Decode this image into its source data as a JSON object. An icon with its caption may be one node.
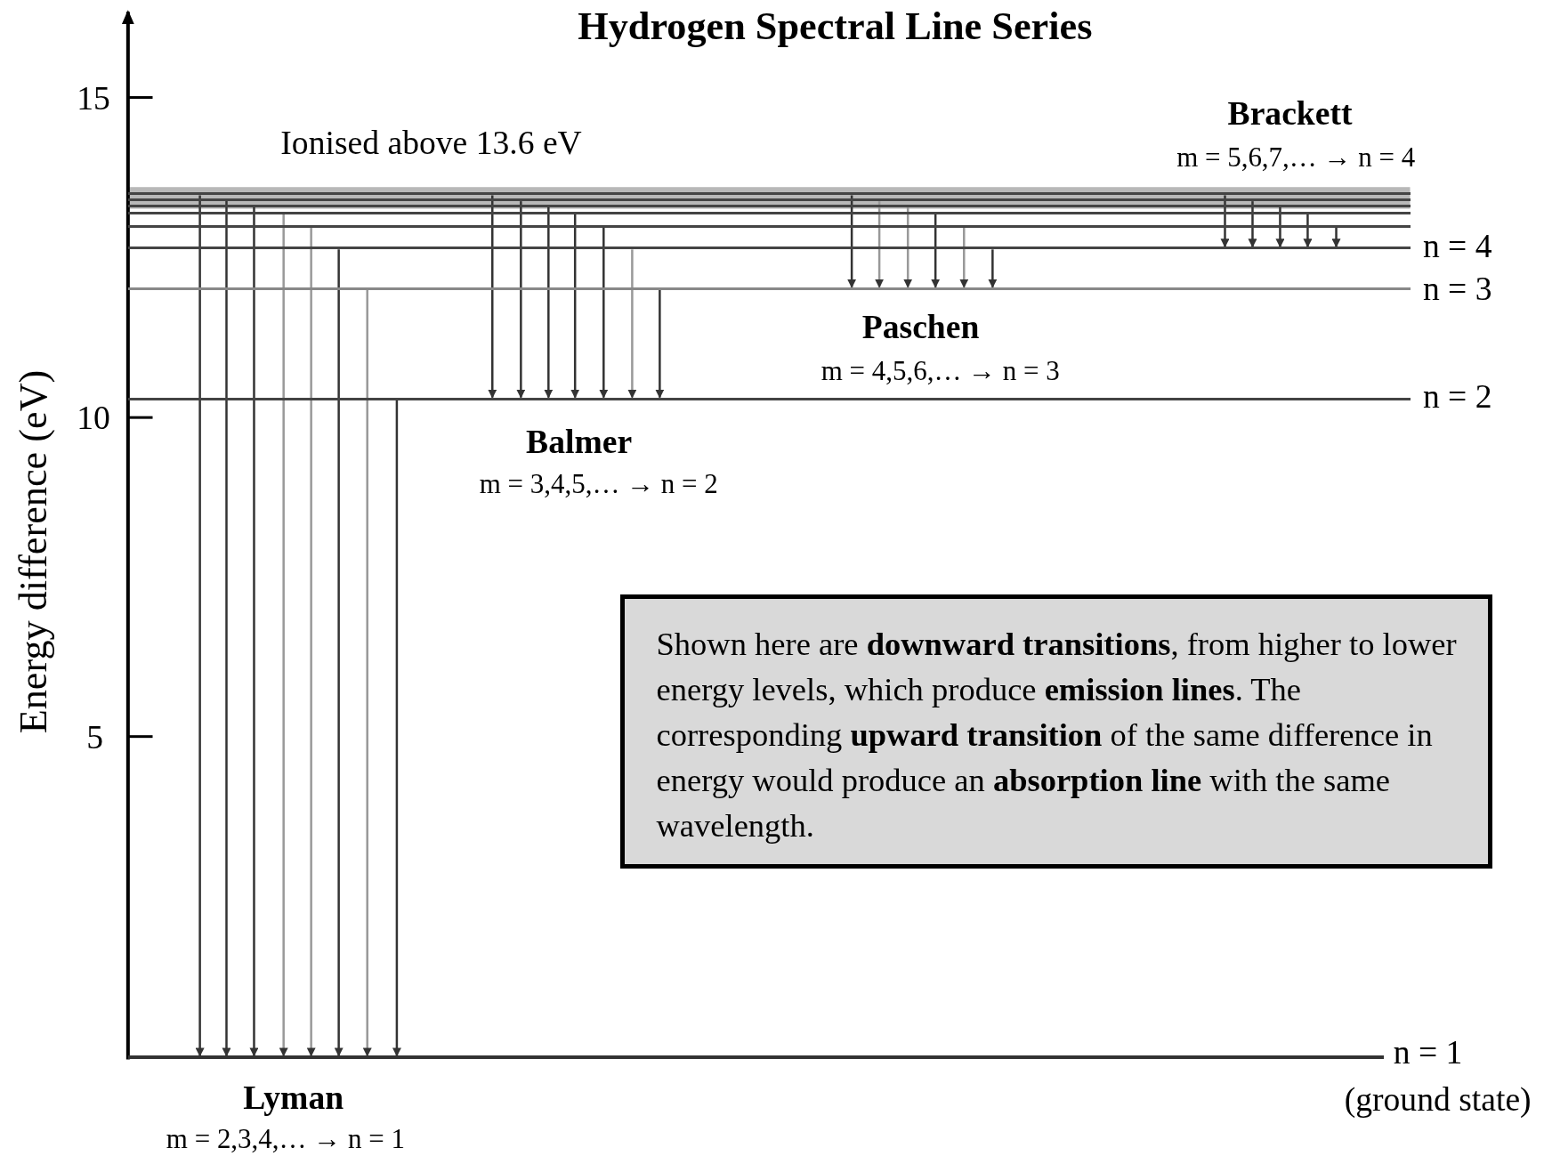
{
  "diagram": {
    "title": "Hydrogen Spectral Line Series",
    "nodes": [
      {
        "text": [],
        "shape": "bar"
      },
      {
        "text": [],
        "shape": "bar"
      },
      {
        "text": [],
        "shape": "bar"
      },
      {
        "text": [],
        "shape": "bar"
      },
      {
        "text": [],
        "shape": "bar"
      },
      {
        "text": [],
        "shape": "bar",
        "beside": [
          "n = 4"
        ]
      },
      {
        "text": [],
        "shape": "bar",
        "beside": [
          "n = 3"
        ]
      },
      {
        "text": [],
        "shape": "bar",
        "beside": [
          "n = 2"
        ]
      },
      {
        "text": [],
        "shape": "bar",
        "beside": [
          "n = 1",
          "(ground state)"
        ]
      },
      {
        "text": [
          "Shown here are **downward transitions**, from higher to lower energy levels, which produce **emission lines**. The corresponding **upward transition** of the same difference in energy would produce an **absorption line** with the same wavelength."
        ]
      }
    ],
    "edges": [
      {
        "from": 0,
        "to": 8,
        "arrow": "to"
      },
      {
        "from": 1,
        "to": 8,
        "arrow": "to"
      },
      {
        "from": 2,
        "to": 8,
        "arrow": "to"
      },
      {
        "from": 3,
        "to": 8,
        "arrow": "to",
        "color": "#999999"
      },
      {
        "from": 4,
        "to": 8,
        "arrow": "to",
        "color": "#999999"
      },
      {
        "from": 5,
        "to": 8,
        "arrow": "to"
      },
      {
        "from": 6,
        "to": 8,
        "arrow": "to",
        "color": "#999999"
      },
      {
        "from": 7,
        "to": 8,
        "arrow": "to"
      },
      {
        "from": 0,
        "to": 7,
        "arrow": "to"
      },
      {
        "from": 1,
        "to": 7,
        "arrow": "to"
      },
      {
        "from": 2,
        "to": 7,
        "arrow": "to"
      },
      {
        "from": 3,
        "to": 7,
        "arrow": "to"
      },
      {
        "from": 4,
        "to": 7,
        "arrow": "to"
      },
      {
        "from": 5,
        "to": 7,
        "arrow": "to",
        "color": "#999999"
      },
      {
        "from": 6,
        "to": 7,
        "arrow": "to"
      },
      {
        "from": 0,
        "to": 6,
        "arrow": "to"
      },
      {
        "from": 1,
        "to": 6,
        "arrow": "to",
        "color": "#999999"
      },
      {
        "from": 2,
        "to": 6,
        "arrow": "to",
        "color": "#999999"
      },
      {
        "from": 3,
        "to": 6,
        "arrow": "to"
      },
      {
        "from": 4,
        "to": 6,
        "arrow": "to",
        "color": "#999999"
      },
      {
        "from": 5,
        "to": 6,
        "arrow": "to"
      },
      {
        "from": 0,
        "to": 5,
        "arrow": "to"
      },
      {
        "from": 1,
        "to": 5,
        "arrow": "to"
      },
      {
        "from": 2,
        "to": 5,
        "arrow": "to"
      },
      {
        "from": 3,
        "to": 5,
        "arrow": "to"
      },
      {
        "from": 4,
        "to": 5,
        "arrow": "to"
      }
    ],
    "labels": [
      "15",
      "Ionised above 13.6 eV",
      "Brackett",
      "m = 5,6,7,… → n = 4",
      "Energy difference  (eV)",
      "Paschen",
      "m = 4,5,6,… → n = 3",
      "10",
      "Balmer",
      "m = 3,4,5,… → n = 2",
      "5",
      "Lyman",
      "m = 2,3,4,… → n = 1"
    ]
  }
}
